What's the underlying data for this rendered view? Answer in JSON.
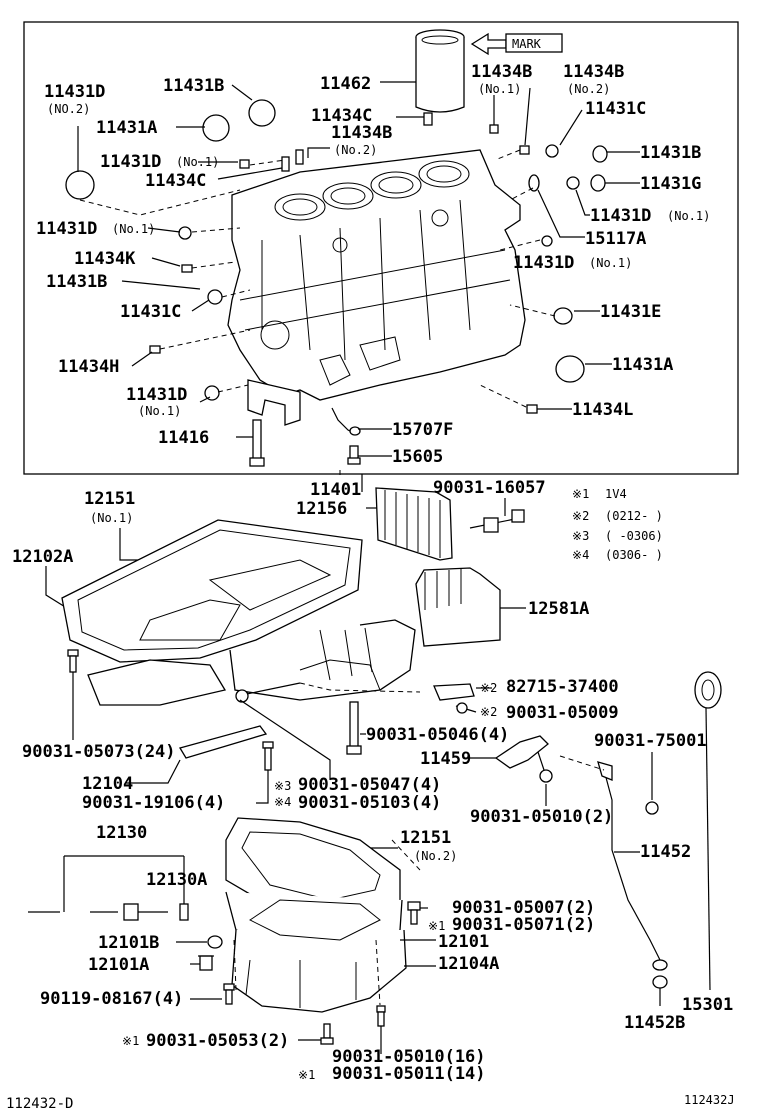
{
  "top_box": {
    "mark": "MARK",
    "labels": {
      "l11462": "11462",
      "l11434B_1": "11434B",
      "l11434B_1_sub": "(No.1)",
      "l11434B_2": "11434B",
      "l11434B_2_sub": "(No.2)",
      "l11431D_no2": "11431D",
      "l11431D_no2_sub": "(NO.2)",
      "l11431B_a": "11431B",
      "l11431A_a": "11431A",
      "l11434C_a": "11434C",
      "l11434B_3": "11434B",
      "l11434B_3_sub": "(No.2)",
      "l11431C_a": "11431C",
      "l11431D_no1_a": "11431D",
      "l11431D_no1_a_sub": "(No.1)",
      "l11434C_b": "11434C",
      "l11431B_b": "11431B",
      "l11431G": "11431G",
      "l11431D_no1_b": "11431D",
      "l11431D_no1_b_sub": "(No.1)",
      "l11431D_no1_c": "11431D",
      "l11431D_no1_c_sub": "(No.1)",
      "l15117A": "15117A",
      "l11434K": "11434K",
      "l11431D_no1_d": "11431D",
      "l11431D_no1_d_sub": "(No.1)",
      "l11431B_c": "11431B",
      "l11431C_b": "11431C",
      "l11431E": "11431E",
      "l11434H": "11434H",
      "l11431A_b": "11431A",
      "l11431D_no1_e": "11431D",
      "l11431D_no1_e_sub": "(No.1)",
      "l11434L": "11434L",
      "l11416": "11416",
      "l15707F": "15707F",
      "l15605": "15605"
    }
  },
  "lower": {
    "labels": {
      "l11401": "11401",
      "l12156": "12156",
      "l90031_16057": "90031-16057",
      "l12151_1": "12151",
      "l12151_1_sub": "(No.1)",
      "l12102A": "12102A",
      "l12581A": "12581A",
      "l82715": "82715-37400",
      "l90031_05009": "90031-05009",
      "l90031_05073": "90031-05073(24)",
      "l90031_05046": "90031-05046(4)",
      "l11459": "11459",
      "l90031_75001": "90031-75001",
      "l12104": "12104",
      "l90031_05047": "90031-05047(4)",
      "l90031_05103": "90031-05103(4)",
      "l90031_19106": "90031-19106(4)",
      "l90031_05010_2": "90031-05010(2)",
      "l12130": "12130",
      "l12151_2": "12151",
      "l12151_2_sub": "(No.2)",
      "l11452": "11452",
      "l12130A": "12130A",
      "l90031_05007": "90031-05007(2)",
      "l90031_05071": "90031-05071(2)",
      "l12101B": "12101B",
      "l12101": "12101",
      "l12101A": "12101A",
      "l12104A": "12104A",
      "l90119": "90119-08167(4)",
      "l15301": "15301",
      "l11452B": "11452B",
      "l90031_05053": "90031-05053(2)",
      "l90031_05010_16": "90031-05010(16)",
      "l90031_05011": "90031-05011(14)"
    },
    "notes": {
      "n1": "1V4",
      "n2": "(0212-      )",
      "n3": "(      -0306)",
      "n4": "(0306-      )"
    },
    "marks": {
      "m1": "1",
      "m2": "2",
      "m3": "3",
      "m4": "4",
      "mk82715": "2",
      "mk05009": "2",
      "mk05047": "3",
      "mk05103": "4",
      "mk05071": "1",
      "mk05053": "1",
      "mk05011": "1"
    }
  },
  "footer": {
    "left_code": "112432-D",
    "right_code": "112432J"
  }
}
